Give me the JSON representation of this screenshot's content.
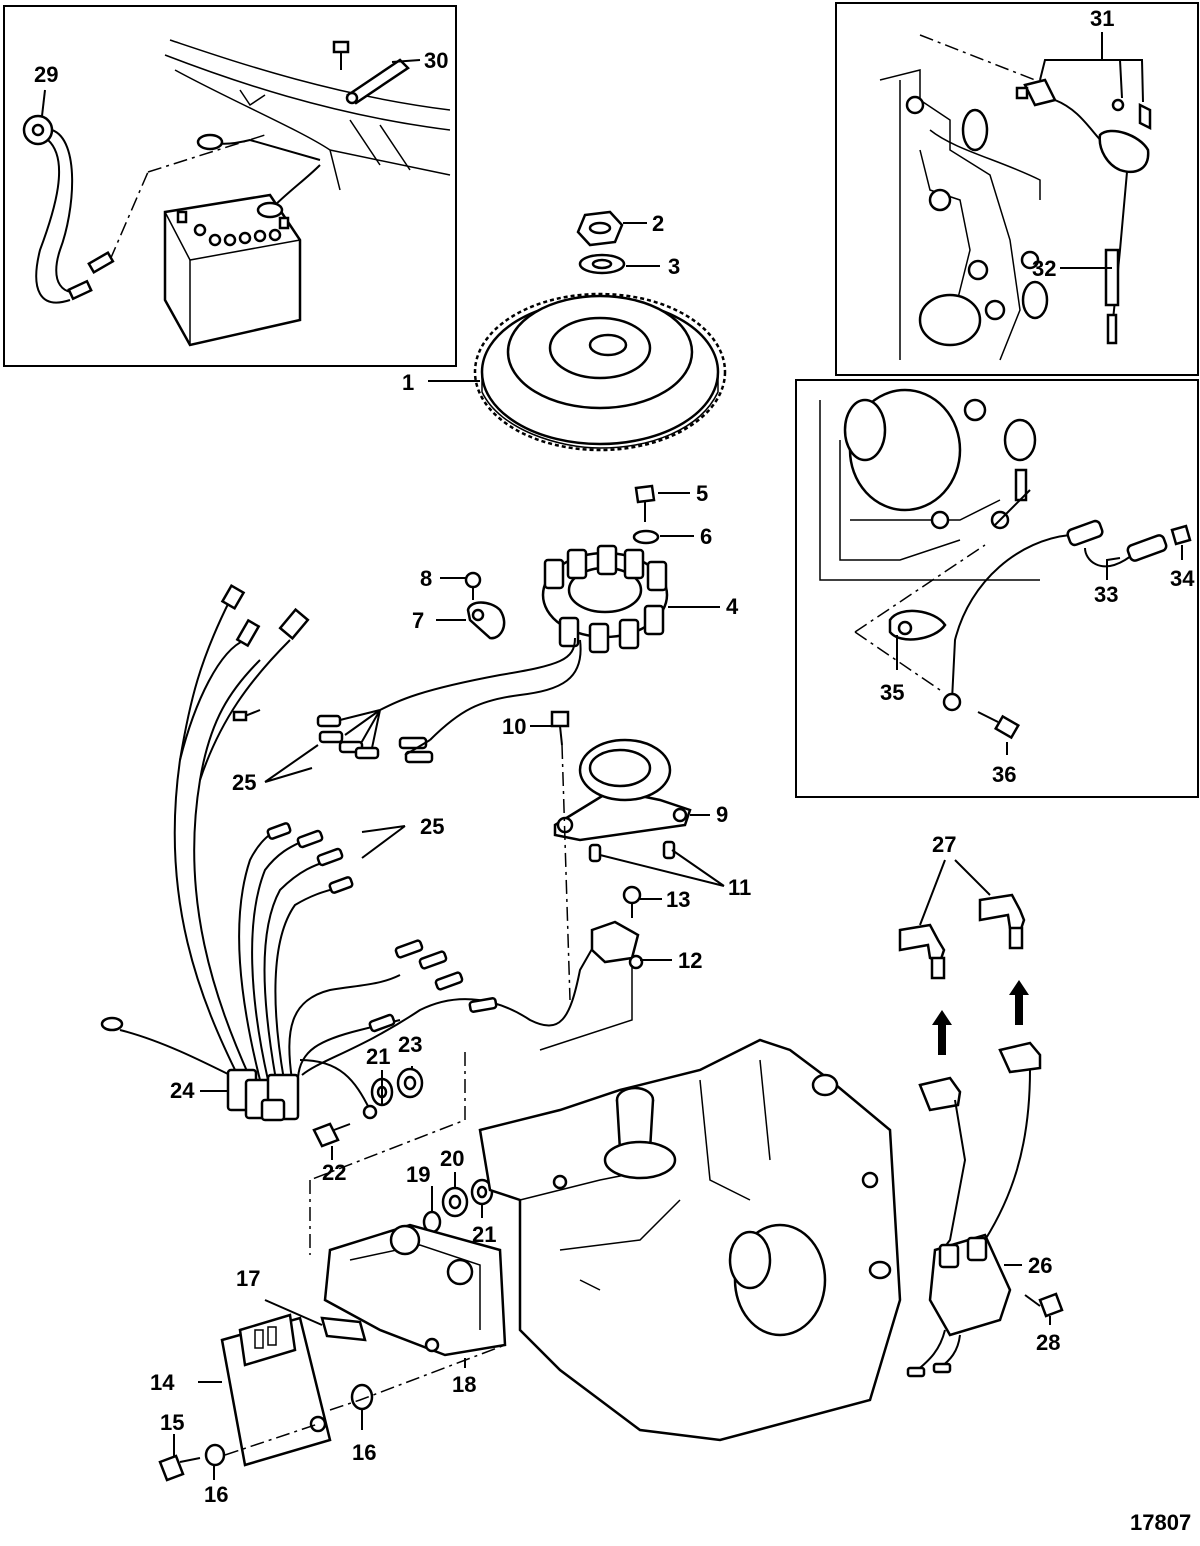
{
  "figure_number": "17807",
  "callouts": {
    "c1": "1",
    "c2": "2",
    "c3": "3",
    "c4": "4",
    "c5": "5",
    "c6": "6",
    "c7": "7",
    "c8": "8",
    "c9": "9",
    "c10": "10",
    "c11": "11",
    "c12": "12",
    "c13": "13",
    "c14": "14",
    "c15": "15",
    "c16a": "16",
    "c16b": "16",
    "c17": "17",
    "c18": "18",
    "c19": "19",
    "c20": "20",
    "c21a": "21",
    "c21b": "21",
    "c22": "22",
    "c23": "23",
    "c24": "24",
    "c25a": "25",
    "c25b": "25",
    "c26": "26",
    "c27": "27",
    "c28": "28",
    "c29": "29",
    "c30": "30",
    "c31": "31",
    "c32": "32",
    "c33": "33",
    "c34": "34",
    "c35": "35",
    "c36": "36"
  }
}
